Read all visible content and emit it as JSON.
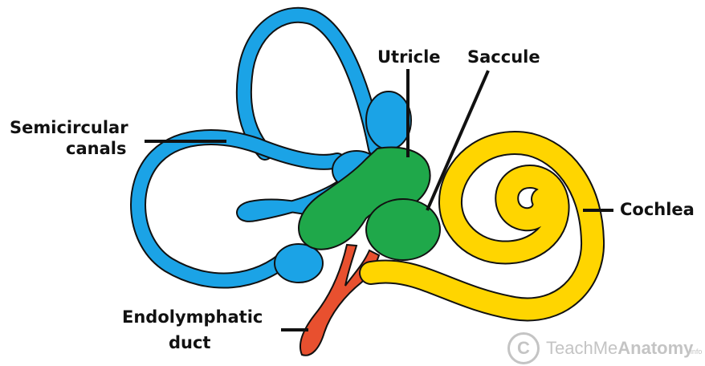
{
  "labels": {
    "utricle": "Utricle",
    "saccule": "Saccule",
    "semicircular_line1": "Semicircular",
    "semicircular_line2": "canals",
    "cochlea": "Cochlea",
    "endolymphatic_line1": "Endolymphatic",
    "endolymphatic_line2": "duct"
  },
  "watermark": {
    "symbol": "C",
    "brand_light": "TeachMe",
    "brand_bold": "Anatomy",
    "suffix": ".info"
  },
  "colors": {
    "semicircular_canals": "#1ba3e6",
    "utricle_saccule": "#1fa84a",
    "cochlea": "#ffd500",
    "endolymphatic_duct": "#e8502f",
    "outline": "#111111",
    "watermark": "#c4c4c4"
  }
}
